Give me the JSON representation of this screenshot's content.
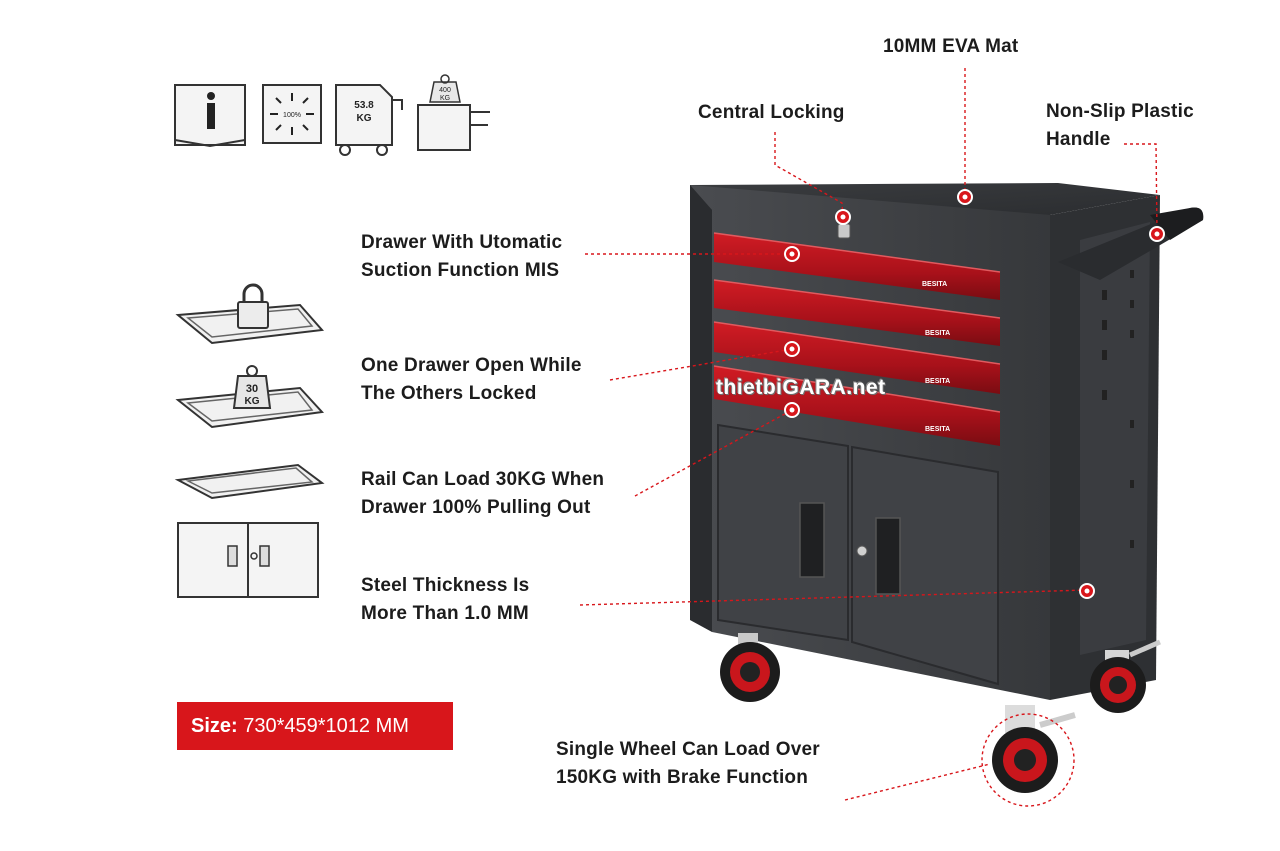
{
  "callouts": {
    "eva_mat": "10MM EVA Mat",
    "central_locking": "Central Locking",
    "handle_line1": "Non-Slip Plastic",
    "handle_line2": "Handle",
    "suction_line1": "Drawer With Utomatic",
    "suction_line2": "Suction Function MIS",
    "one_open_line1": "One Drawer Open While",
    "one_open_line2": "The Others Locked",
    "rail_line1": "Rail Can Load 30KG When",
    "rail_line2": "Drawer 100% Pulling Out",
    "steel_line1": "Steel Thickness Is",
    "steel_line2": "More Than 1.0 MM",
    "wheel_line1": "Single Wheel Can Load Over",
    "wheel_line2": "150KG with Brake Function"
  },
  "size": {
    "label": "Size:",
    "value": "730*459*1012 MM"
  },
  "watermark": "thietbiGARA.net",
  "top_icons": {
    "expand_text": "100%",
    "weight_text_1": "53.8",
    "weight_text_2": "KG",
    "load_text_1": "400",
    "load_text_2": "KG"
  },
  "side_icons": {
    "weight_text_1": "30",
    "weight_text_2": "KG"
  },
  "drawer_brand": "BESITA",
  "colors": {
    "accent_red": "#d8161b",
    "cabinet": "#3d3f42",
    "drawer_red": "#b3121a"
  }
}
